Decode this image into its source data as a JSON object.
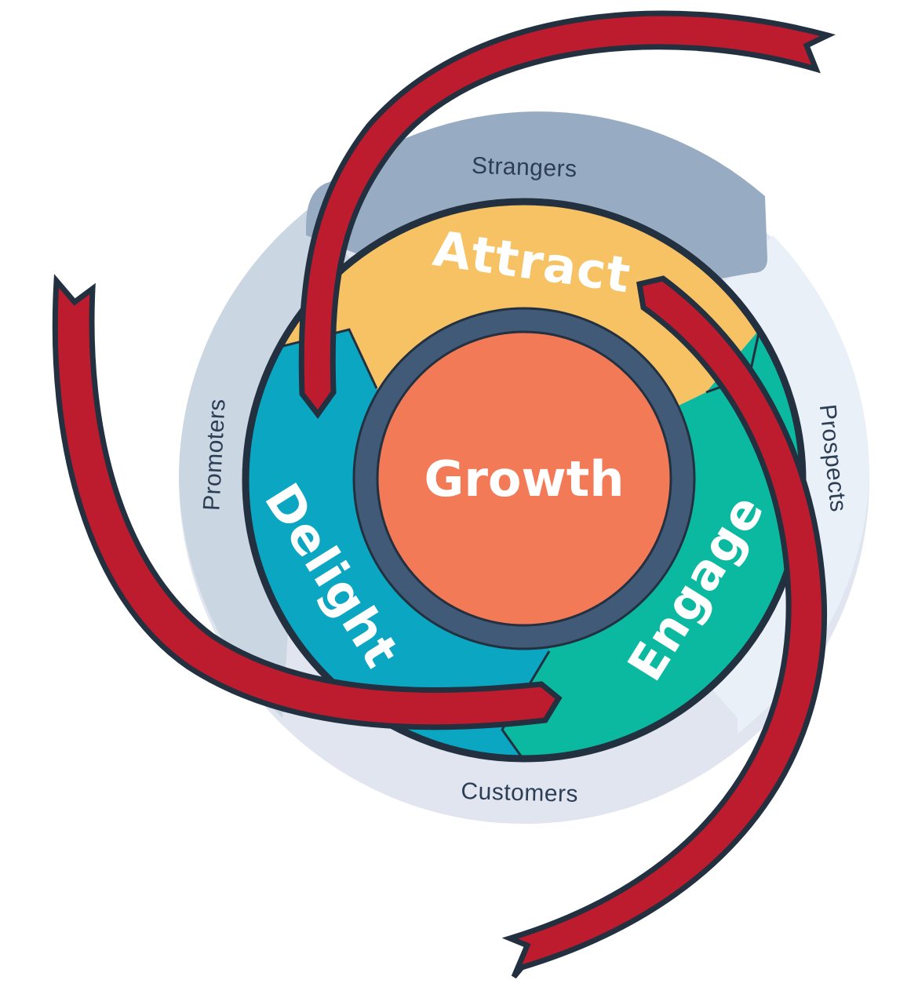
{
  "diagram": {
    "type": "flywheel",
    "center_label": "Growth",
    "stages": [
      {
        "label": "Attract",
        "color": "#f6c264"
      },
      {
        "label": "Engage",
        "color": "#0bb9a0"
      },
      {
        "label": "Delight",
        "color": "#0aa6c2"
      }
    ],
    "outer_ring": [
      {
        "label": "Strangers",
        "color": "#97abc3"
      },
      {
        "label": "Prospects",
        "color": "#eaf0f7"
      },
      {
        "label": "Customers",
        "color": "#e0e5ef"
      },
      {
        "label": "Promoters",
        "color": "#cbd6e3"
      }
    ],
    "colors": {
      "core": "#f27a57",
      "core_ring": "#405a77",
      "outline": "#22303f",
      "arrows": "#bd1c2e",
      "ring_text": "#2c3e55"
    },
    "arrows_count": 3
  }
}
